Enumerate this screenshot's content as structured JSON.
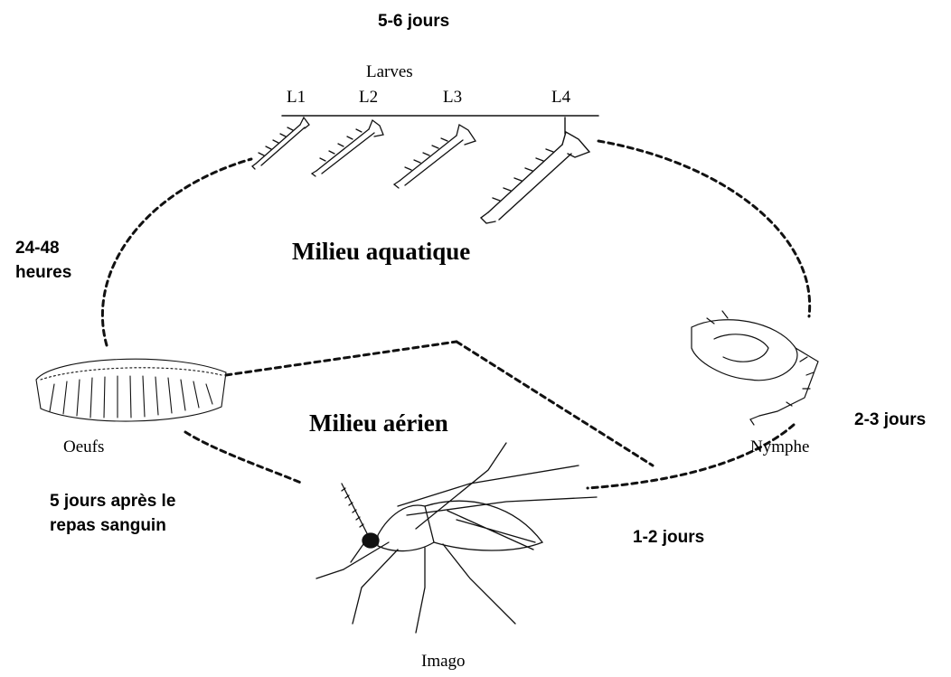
{
  "durations": {
    "larval": "5-6 jours",
    "egg_hatch_line1": "24-48",
    "egg_hatch_line2": "heures",
    "pupa": "2-3 jours",
    "emergence": "1-2 jours",
    "oviposition_line1": "5 jours après le",
    "oviposition_line2": "repas sanguin"
  },
  "stages": {
    "larvae_title": "Larves",
    "instars": [
      "L1",
      "L2",
      "L3",
      "L4"
    ],
    "eggs": "Oeufs",
    "pupa": "Nymphe",
    "adult": "Imago"
  },
  "habitats": {
    "aquatic": "Milieu aquatique",
    "aerial": "Milieu aérien"
  },
  "icons": {
    "larva": "larva-icon",
    "eggs": "egg-raft-icon",
    "pupa": "pupa-icon",
    "adult": "mosquito-icon"
  },
  "colors": {
    "ink": "#000000",
    "background": "#ffffff"
  }
}
